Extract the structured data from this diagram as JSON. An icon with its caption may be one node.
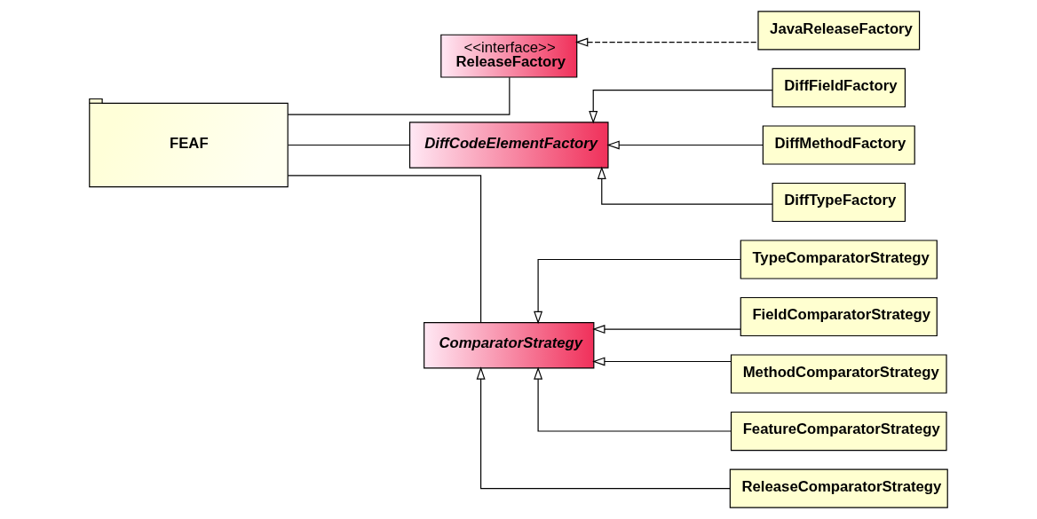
{
  "diagram": {
    "nodes": [
      {
        "text": [
          "FEAF"
        ]
      },
      {
        "text": [
          "<<interface>>",
          "ReleaseFactory"
        ]
      },
      {
        "text": [
          "JavaReleaseFactory"
        ]
      },
      {
        "text": [
          "DiffCodeElementFactory"
        ]
      },
      {
        "text": [
          "DiffFieldFactory"
        ]
      },
      {
        "text": [
          "DiffMethodFactory"
        ]
      },
      {
        "text": [
          "DiffTypeFactory"
        ]
      },
      {
        "text": [
          "ComparatorStrategy"
        ]
      },
      {
        "text": [
          "TypeComparatorStrategy"
        ]
      },
      {
        "text": [
          "FieldComparatorStrategy"
        ]
      },
      {
        "text": [
          "MethodComparatorStrategy"
        ]
      },
      {
        "text": [
          "FeatureComparatorStrategy"
        ]
      },
      {
        "text": [
          "ReleaseComparatorStrategy"
        ]
      }
    ],
    "edges": [
      {
        "from": 0,
        "to": 1,
        "arrow": "none"
      },
      {
        "from": 2,
        "to": 1,
        "arrow": "to",
        "style": "dashed"
      },
      {
        "from": 0,
        "to": 3,
        "arrow": "none"
      },
      {
        "from": 4,
        "to": 3,
        "arrow": "to"
      },
      {
        "from": 5,
        "to": 3,
        "arrow": "to"
      },
      {
        "from": 6,
        "to": 3,
        "arrow": "to"
      },
      {
        "from": 0,
        "to": 7,
        "arrow": "none"
      },
      {
        "from": 8,
        "to": 7,
        "arrow": "to"
      },
      {
        "from": 9,
        "to": 7,
        "arrow": "to"
      },
      {
        "from": 10,
        "to": 7,
        "arrow": "to"
      },
      {
        "from": 11,
        "to": 7,
        "arrow": "to"
      },
      {
        "from": 12,
        "to": 7,
        "arrow": "to"
      }
    ]
  }
}
